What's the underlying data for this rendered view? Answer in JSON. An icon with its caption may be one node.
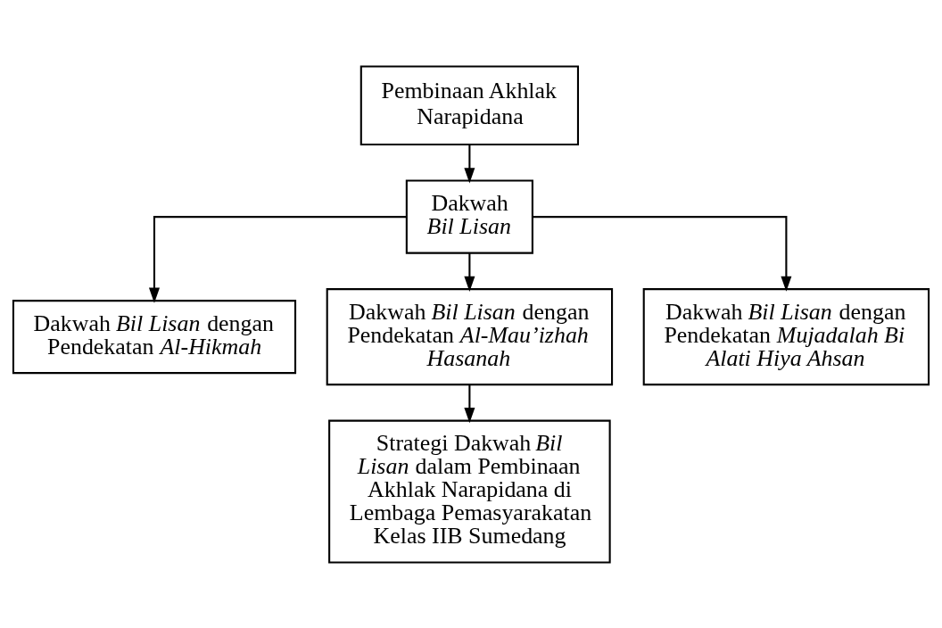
{
  "diagram": {
    "nodes": [
      {
        "text": [
          "Pembinaan Akhlak Narapidana"
        ]
      },
      {
        "text": [
          "Dakwah *Bil Lisan*"
        ]
      },
      {
        "text": [
          "Dakwah *Bil Lisan* dengan Pendekatan *Al-Hikmah*"
        ]
      },
      {
        "text": [
          "Dakwah *Bil Lisan* dengan Pendekatan *Al-Mau’izhah Hasanah*"
        ]
      },
      {
        "text": [
          "Dakwah *Bil Lisan* dengan Pendekatan *Mujadalah Bi Alati Hiya Ahsan*"
        ]
      },
      {
        "text": [
          "Strategi Dakwah *Bil Lisan* dalam Pembinaan Akhlak Narapidana di Lembaga Pemasyarakatan Kelas IIB Sumedang"
        ]
      }
    ],
    "edges": [
      {
        "from": 0,
        "to": 1,
        "arrow": "to"
      },
      {
        "from": 1,
        "to": 2,
        "arrow": "to"
      },
      {
        "from": 1,
        "to": 3,
        "arrow": "to"
      },
      {
        "from": 1,
        "to": 4,
        "arrow": "to"
      },
      {
        "from": 3,
        "to": 5,
        "arrow": "to"
      }
    ]
  }
}
